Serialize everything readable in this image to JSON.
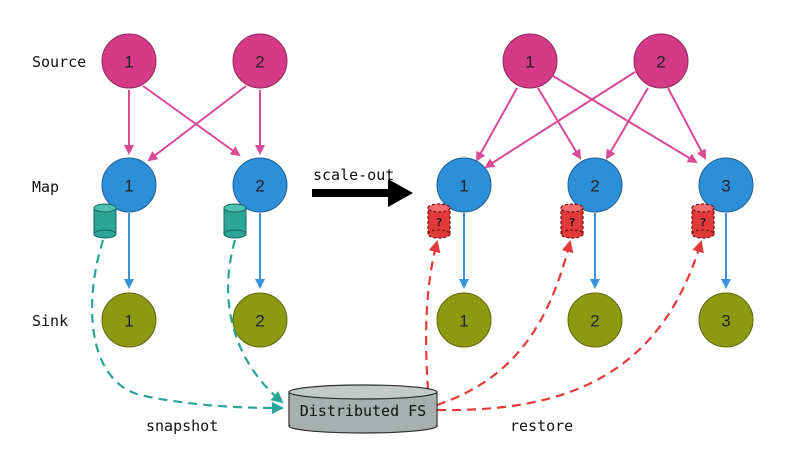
{
  "row_labels": {
    "source": "Source",
    "map": "Map",
    "sink": "Sink"
  },
  "arrow_label": "scale-out",
  "storage_label": "Distributed FS",
  "snapshot_label": "snapshot",
  "restore_label": "restore",
  "before": {
    "sources": [
      "1",
      "2"
    ],
    "maps": [
      "1",
      "2"
    ],
    "sinks": [
      "1",
      "2"
    ]
  },
  "after": {
    "sources": [
      "1",
      "2"
    ],
    "maps": [
      "1",
      "2",
      "3"
    ],
    "sinks": [
      "1",
      "2",
      "3"
    ],
    "state_marker": "?"
  },
  "colors": {
    "source": "#d53a86",
    "map": "#2e8fd9",
    "sink": "#8c9a12",
    "snapshot_state": "#2aa596",
    "restore_state": "#e23a3a",
    "storage": "#a7b0ae",
    "edge_source_map": "#d84a94",
    "edge_map_sink": "#3a94dc"
  }
}
